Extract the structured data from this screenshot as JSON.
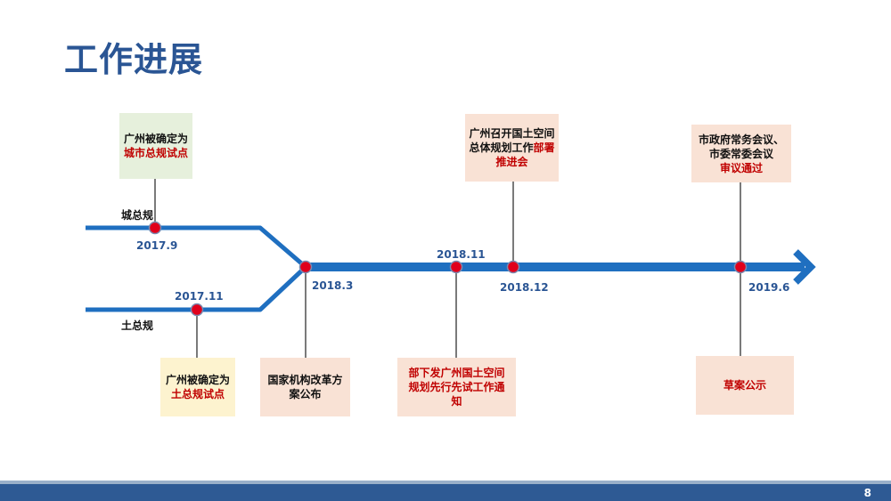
{
  "title": "工作进展",
  "tracks": {
    "upper": "城总规",
    "lower": "土总规"
  },
  "dates": {
    "d2017_9": "2017.9",
    "d2017_11": "2017.11",
    "d2018_3": "2018.3",
    "d2018_11": "2018.11",
    "d2018_12": "2018.12",
    "d2019_6": "2019.6"
  },
  "events": {
    "e1": {
      "pre": "广州被确定为",
      "highlight": "城市总规试点",
      "post": ""
    },
    "e2": {
      "pre": "广州被确定为",
      "highlight": "土总规试点",
      "post": ""
    },
    "e3": {
      "pre": "国家机构改革方案公布",
      "highlight": "",
      "post": ""
    },
    "e4": {
      "pre": "",
      "highlight": "部下发广州国土空间规划先行先试工作通知",
      "post": ""
    },
    "e5": {
      "pre": "广州召开国土空间总体规划工作",
      "highlight": "部署推进会",
      "post": ""
    },
    "e6": {
      "pre": "市政府常务会议、市委常委会议",
      "highlight": "审议通过",
      "post": ""
    },
    "e7": {
      "pre": "",
      "highlight": "草案公示",
      "post": ""
    }
  },
  "colors": {
    "title": "#2a5594",
    "line": "#1f6fc0",
    "node": "#e0001b",
    "highlight": "#c00000",
    "footer": "#2e5a94",
    "box_green": "#e6f0dc",
    "box_yellow": "#fdf3cf",
    "box_peach": "#f9e2d5"
  },
  "page_number": "8"
}
